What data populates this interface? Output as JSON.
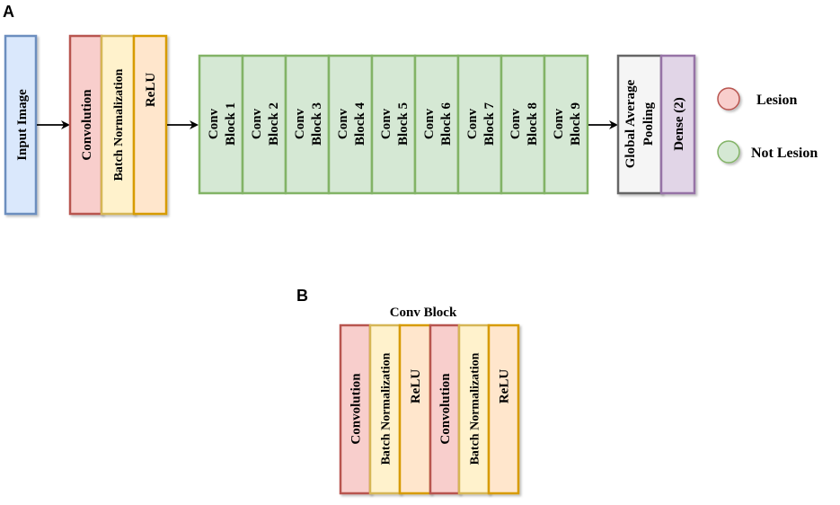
{
  "panel_a": {
    "label": "A",
    "input_image": "Input Image",
    "stem": {
      "convolution": "Convolution",
      "batch_norm": "Batch Normalization",
      "relu": "ReLU"
    },
    "conv_blocks": [
      {
        "line1": "Conv",
        "line2": "Block 1"
      },
      {
        "line1": "Conv",
        "line2": "Block 2"
      },
      {
        "line1": "Conv",
        "line2": "Block 3"
      },
      {
        "line1": "Conv",
        "line2": "Block 4"
      },
      {
        "line1": "Conv",
        "line2": "Block 5"
      },
      {
        "line1": "Conv",
        "line2": "Block 6"
      },
      {
        "line1": "Conv",
        "line2": "Block 7"
      },
      {
        "line1": "Conv",
        "line2": "Block 8"
      },
      {
        "line1": "Conv",
        "line2": "Block 9"
      }
    ],
    "gap": {
      "line1": "Global Average",
      "line2": "Pooling"
    },
    "dense": "Dense (2)",
    "legend": {
      "lesion": "Lesion",
      "not_lesion": "Not Lesion"
    }
  },
  "panel_b": {
    "label": "B",
    "title": "Conv Block",
    "layers": [
      "Convolution",
      "Batch Normalization",
      "ReLU",
      "Convolution",
      "Batch Normalization",
      "ReLU"
    ]
  },
  "colors": {
    "input_fill": "#dae8fc",
    "input_stroke": "#6c8ebf",
    "conv_fill": "#f8cecc",
    "conv_stroke": "#b85450",
    "bn_fill": "#fff2cc",
    "bn_stroke": "#d6b656",
    "relu_fill": "#ffe6cc",
    "relu_stroke": "#d79b00",
    "block_fill": "#d5e8d4",
    "block_stroke": "#82b366",
    "gap_fill": "#f5f5f5",
    "gap_stroke": "#666666",
    "dense_fill": "#e1d5e7",
    "dense_stroke": "#9673a6"
  }
}
